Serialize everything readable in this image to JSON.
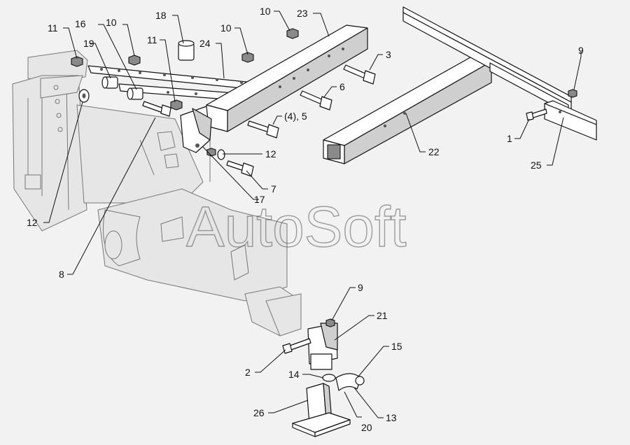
{
  "watermark": "AutoSoft",
  "callouts": [
    {
      "id": "c11a",
      "label": "11"
    },
    {
      "id": "c16",
      "label": "16"
    },
    {
      "id": "c10a",
      "label": "10"
    },
    {
      "id": "c18",
      "label": "18"
    },
    {
      "id": "c10b",
      "label": "10"
    },
    {
      "id": "c23",
      "label": "23"
    },
    {
      "id": "c19",
      "label": "19"
    },
    {
      "id": "c11b",
      "label": "11"
    },
    {
      "id": "c24",
      "label": "24"
    },
    {
      "id": "c10c",
      "label": "10"
    },
    {
      "id": "c3",
      "label": "3"
    },
    {
      "id": "c6",
      "label": "6"
    },
    {
      "id": "c45",
      "label": "(4), 5"
    },
    {
      "id": "c9a",
      "label": "9"
    },
    {
      "id": "c1",
      "label": "1"
    },
    {
      "id": "c22",
      "label": "22"
    },
    {
      "id": "c25",
      "label": "25"
    },
    {
      "id": "c12a",
      "label": "12"
    },
    {
      "id": "c7",
      "label": "7"
    },
    {
      "id": "c17",
      "label": "17"
    },
    {
      "id": "c12b",
      "label": "12"
    },
    {
      "id": "c8",
      "label": "8"
    },
    {
      "id": "c9b",
      "label": "9"
    },
    {
      "id": "c21",
      "label": "21"
    },
    {
      "id": "c15",
      "label": "15"
    },
    {
      "id": "c2",
      "label": "2"
    },
    {
      "id": "c14",
      "label": "14"
    },
    {
      "id": "c26",
      "label": "26"
    },
    {
      "id": "c20",
      "label": "20"
    },
    {
      "id": "c13",
      "label": "13"
    }
  ]
}
